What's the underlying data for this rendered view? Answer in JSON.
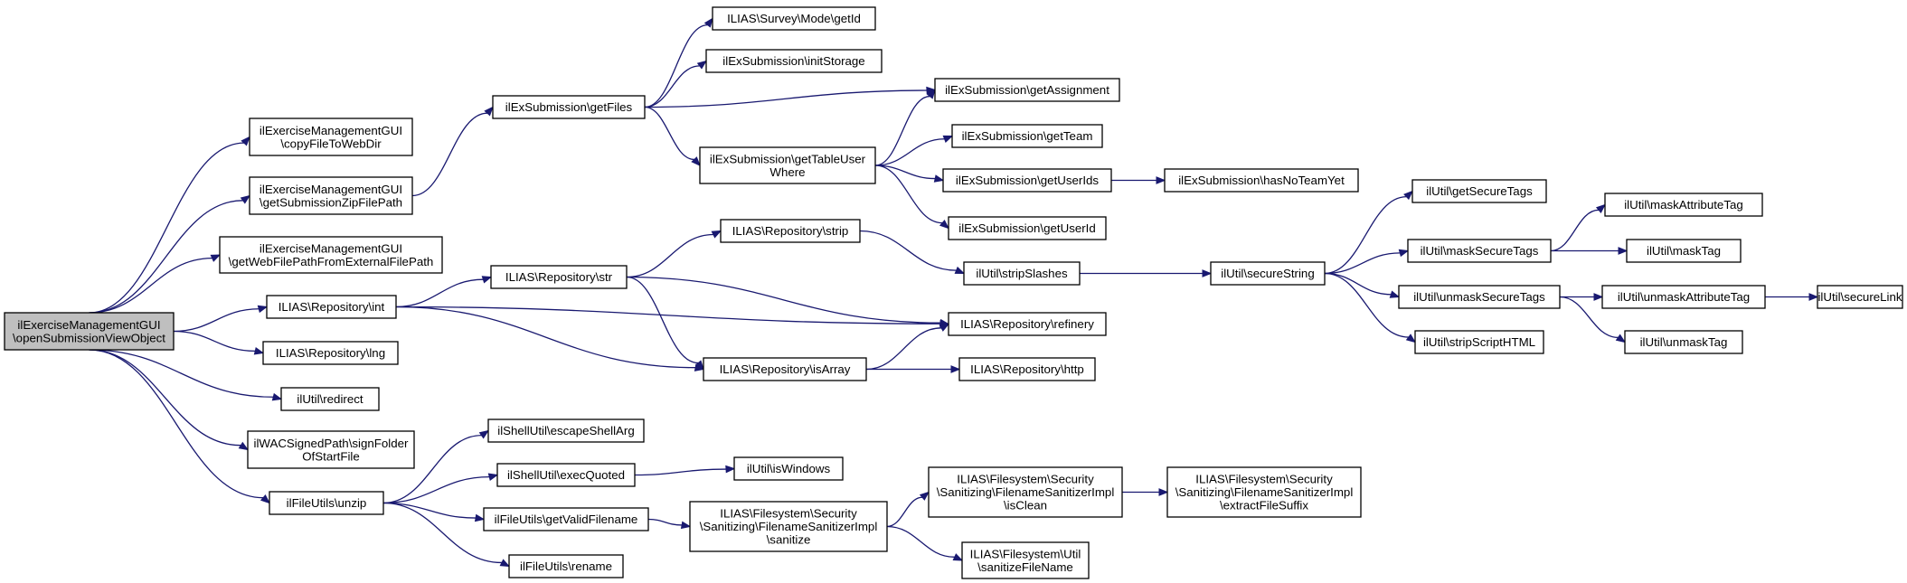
{
  "graph": {
    "nodes": {
      "root": [
        "ilExerciseManagementGUI",
        "\\openSubmissionViewObject"
      ],
      "copyFileToWebDir": [
        "ilExerciseManagementGUI",
        "\\copyFileToWebDir"
      ],
      "getSubmissionZipFilePath": [
        "ilExerciseManagementGUI",
        "\\getSubmissionZipFilePath"
      ],
      "getWebFilePath": [
        "ilExerciseManagementGUI",
        "\\getWebFilePathFromExternalFilePath"
      ],
      "repoInt": [
        "ILIAS\\Repository\\int"
      ],
      "repoLng": [
        "ILIAS\\Repository\\lng"
      ],
      "redirect": [
        "ilUtil\\redirect"
      ],
      "signFolder": [
        "ilWACSignedPath\\signFolder",
        "OfStartFile"
      ],
      "unzip": [
        "ilFileUtils\\unzip"
      ],
      "getFiles": [
        "ilExSubmission\\getFiles"
      ],
      "surveyGetId": [
        "ILIAS\\Survey\\Mode\\getId"
      ],
      "initStorage": [
        "ilExSubmission\\initStorage"
      ],
      "getAssignment": [
        "ilExSubmission\\getAssignment"
      ],
      "getTableUserWhere": [
        "ilExSubmission\\getTableUser",
        "Where"
      ],
      "getTeam": [
        "ilExSubmission\\getTeam"
      ],
      "getUserIds": [
        "ilExSubmission\\getUserIds"
      ],
      "hasNoTeamYet": [
        "ilExSubmission\\hasNoTeamYet"
      ],
      "getUserId": [
        "ilExSubmission\\getUserId"
      ],
      "repoStr": [
        "ILIAS\\Repository\\str"
      ],
      "repoStrip": [
        "ILIAS\\Repository\\strip"
      ],
      "stripSlashes": [
        "ilUtil\\stripSlashes"
      ],
      "secureString": [
        "ilUtil\\secureString"
      ],
      "refinery": [
        "ILIAS\\Repository\\refinery"
      ],
      "isArray": [
        "ILIAS\\Repository\\isArray"
      ],
      "http": [
        "ILIAS\\Repository\\http"
      ],
      "getSecureTags": [
        "ilUtil\\getSecureTags"
      ],
      "maskSecureTags": [
        "ilUtil\\maskSecureTags"
      ],
      "unmaskSecureTags": [
        "ilUtil\\unmaskSecureTags"
      ],
      "stripScriptHTML": [
        "ilUtil\\stripScriptHTML"
      ],
      "maskAttributeTag": [
        "ilUtil\\maskAttributeTag"
      ],
      "maskTag": [
        "ilUtil\\maskTag"
      ],
      "unmaskAttributeTag": [
        "ilUtil\\unmaskAttributeTag"
      ],
      "unmaskTag": [
        "ilUtil\\unmaskTag"
      ],
      "secureLink": [
        "ilUtil\\secureLink"
      ],
      "escapeShellArg": [
        "ilShellUtil\\escapeShellArg"
      ],
      "execQuoted": [
        "ilShellUtil\\execQuoted"
      ],
      "isWindows": [
        "ilUtil\\isWindows"
      ],
      "getValidFilename": [
        "ilFileUtils\\getValidFilename"
      ],
      "rename": [
        "ilFileUtils\\rename"
      ],
      "sanitize": [
        "ILIAS\\Filesystem\\Security",
        "\\Sanitizing\\FilenameSanitizerImpl",
        "\\sanitize"
      ],
      "isClean": [
        "ILIAS\\Filesystem\\Security",
        "\\Sanitizing\\FilenameSanitizerImpl",
        "\\isClean"
      ],
      "extractFileSuffix": [
        "ILIAS\\Filesystem\\Security",
        "\\Sanitizing\\FilenameSanitizerImpl",
        "\\extractFileSuffix"
      ],
      "sanitizeFileName": [
        "ILIAS\\Filesystem\\Util",
        "\\sanitizeFileName"
      ]
    },
    "edges": [
      [
        "root",
        "copyFileToWebDir"
      ],
      [
        "root",
        "getSubmissionZipFilePath"
      ],
      [
        "root",
        "getWebFilePath"
      ],
      [
        "root",
        "repoInt"
      ],
      [
        "root",
        "repoLng"
      ],
      [
        "root",
        "redirect"
      ],
      [
        "root",
        "signFolder"
      ],
      [
        "root",
        "unzip"
      ],
      [
        "getSubmissionZipFilePath",
        "getFiles"
      ],
      [
        "getFiles",
        "surveyGetId"
      ],
      [
        "getFiles",
        "initStorage"
      ],
      [
        "getFiles",
        "getAssignment"
      ],
      [
        "getFiles",
        "getTableUserWhere"
      ],
      [
        "getTableUserWhere",
        "getAssignment"
      ],
      [
        "getTableUserWhere",
        "getTeam"
      ],
      [
        "getTableUserWhere",
        "getUserIds"
      ],
      [
        "getTableUserWhere",
        "getUserId"
      ],
      [
        "getUserIds",
        "hasNoTeamYet"
      ],
      [
        "repoInt",
        "repoStr"
      ],
      [
        "repoInt",
        "refinery"
      ],
      [
        "repoInt",
        "isArray"
      ],
      [
        "repoStr",
        "repoStrip"
      ],
      [
        "repoStr",
        "refinery"
      ],
      [
        "repoStr",
        "isArray"
      ],
      [
        "repoStrip",
        "stripSlashes"
      ],
      [
        "stripSlashes",
        "secureString"
      ],
      [
        "secureString",
        "getSecureTags"
      ],
      [
        "secureString",
        "maskSecureTags"
      ],
      [
        "secureString",
        "unmaskSecureTags"
      ],
      [
        "secureString",
        "stripScriptHTML"
      ],
      [
        "maskSecureTags",
        "maskAttributeTag"
      ],
      [
        "maskSecureTags",
        "maskTag"
      ],
      [
        "unmaskSecureTags",
        "unmaskAttributeTag"
      ],
      [
        "unmaskSecureTags",
        "unmaskTag"
      ],
      [
        "unmaskAttributeTag",
        "secureLink"
      ],
      [
        "isArray",
        "refinery"
      ],
      [
        "isArray",
        "http"
      ],
      [
        "unzip",
        "escapeShellArg"
      ],
      [
        "unzip",
        "execQuoted"
      ],
      [
        "unzip",
        "getValidFilename"
      ],
      [
        "unzip",
        "rename"
      ],
      [
        "execQuoted",
        "isWindows"
      ],
      [
        "getValidFilename",
        "sanitize"
      ],
      [
        "sanitize",
        "isClean"
      ],
      [
        "sanitize",
        "sanitizeFileName"
      ],
      [
        "isClean",
        "extractFileSuffix"
      ]
    ]
  }
}
